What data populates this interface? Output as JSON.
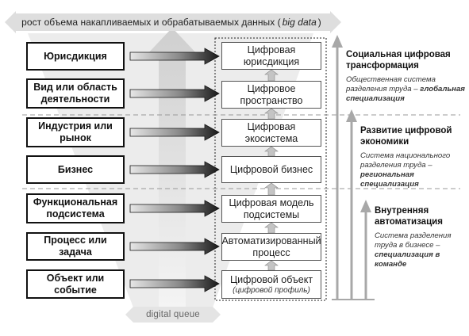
{
  "header": {
    "text_before": "рост объема накапливаемых и обрабатываемых данных (",
    "text_italic": "big data",
    "text_after": ")"
  },
  "levels": [
    {
      "label": "Юрисдикция",
      "digital": "Цифровая юрисдикция",
      "digital_sub": ""
    },
    {
      "label": "Вид или область деятельности",
      "digital": "Цифровое пространство",
      "digital_sub": ""
    },
    {
      "label": "Индустрия или рынок",
      "digital": "Цифровая экосистема",
      "digital_sub": ""
    },
    {
      "label": "Бизнес",
      "digital": "Цифровой бизнес",
      "digital_sub": ""
    },
    {
      "label": "Функциональная подсистема",
      "digital": "Цифровая модель подсистемы",
      "digital_sub": ""
    },
    {
      "label": "Процесс или задача",
      "digital": "Автоматизированный процесс",
      "digital_sub": ""
    },
    {
      "label": "Объект или событие",
      "digital": "Цифровой объект",
      "digital_sub": "(цифровой профиль)"
    }
  ],
  "right_panels": [
    {
      "title": "Социальная цифровая трансформация",
      "desc_plain": "Общественная система разделения труда –",
      "desc_bold": "глобальная специализация"
    },
    {
      "title": "Развитие цифровой экономики",
      "desc_plain": "Система национального разделения труда –",
      "desc_bold": "региональная специализация"
    },
    {
      "title": "Внутренняя автоматизация",
      "desc_plain": "Система разделения труда в бизнесе –",
      "desc_bold": "специализация в команде"
    }
  ],
  "footer": {
    "queue_label": "digital queue"
  },
  "colors": {
    "funnel": "#e9e9e9",
    "arrow_light": "#dcdcdc",
    "arrow_dark": "#1a1a1a",
    "line_gray": "#a0a0a0"
  }
}
